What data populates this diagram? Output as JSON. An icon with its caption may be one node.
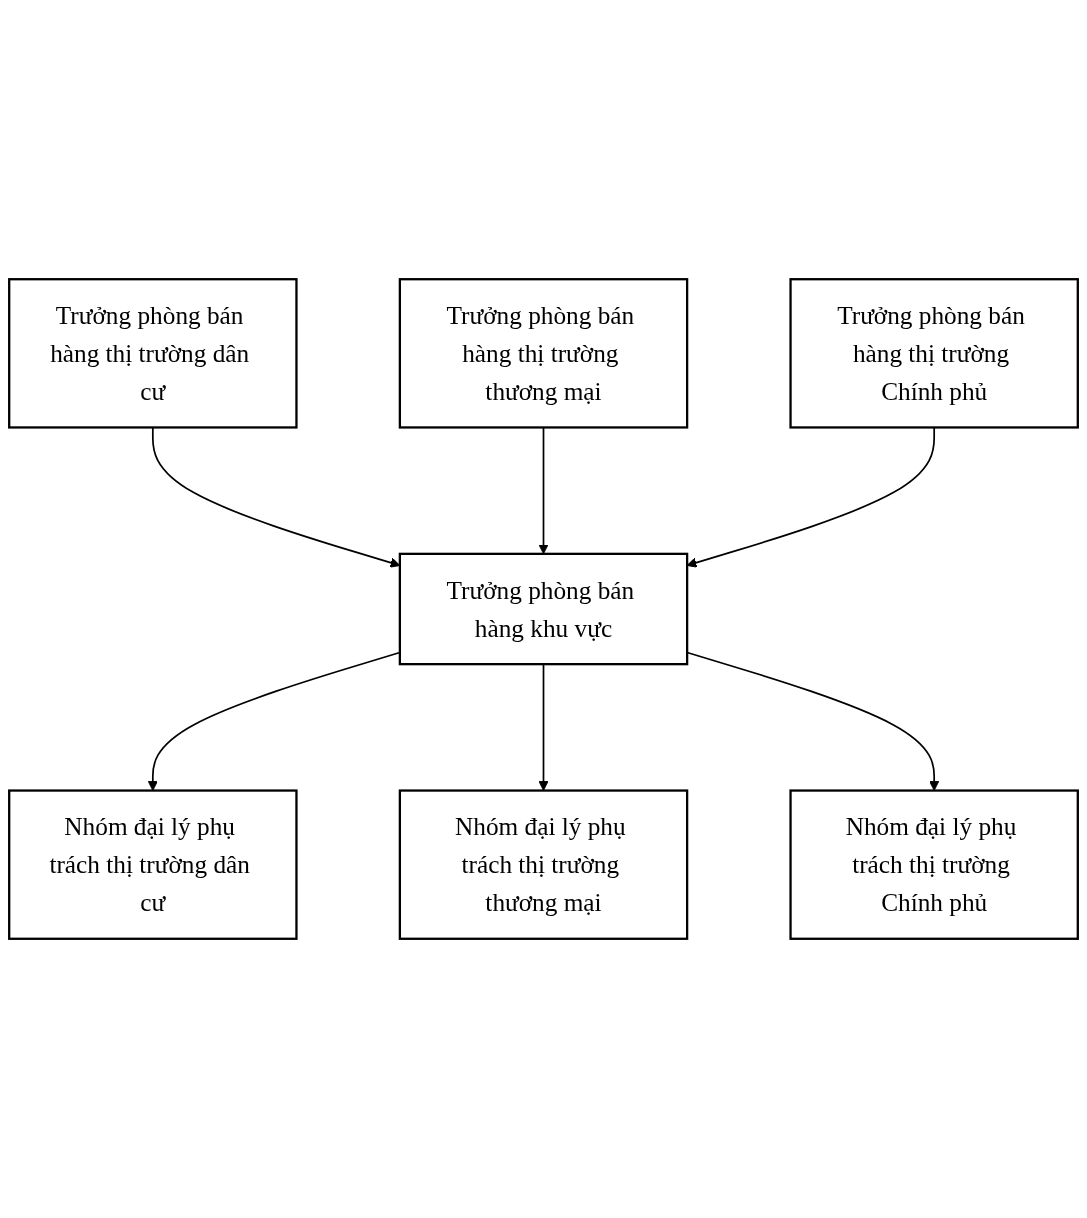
{
  "diagram": {
    "nodes": [
      {
        "text": [
          "Trưởng phòng bán hàng thị trường dân cư"
        ]
      },
      {
        "text": [
          "Trưởng phòng bán hàng thị trường thương mại"
        ]
      },
      {
        "text": [
          "Trưởng phòng bán hàng thị trường Chính phủ"
        ]
      },
      {
        "text": [
          "Trưởng phòng bán hàng khu vực"
        ]
      },
      {
        "text": [
          "Nhóm đại lý phụ trách thị trường dân cư"
        ]
      },
      {
        "text": [
          "Nhóm đại lý phụ trách thị trường thương mại"
        ]
      },
      {
        "text": [
          "Nhóm đại lý phụ trách thị trường Chính phủ"
        ]
      }
    ],
    "edges": [
      {
        "from": 0,
        "to": 3,
        "arrow": "to"
      },
      {
        "from": 1,
        "to": 3,
        "arrow": "to"
      },
      {
        "from": 2,
        "to": 3,
        "arrow": "to"
      },
      {
        "from": 3,
        "to": 4,
        "arrow": "to"
      },
      {
        "from": 3,
        "to": 5,
        "arrow": "to"
      },
      {
        "from": 3,
        "to": 6,
        "arrow": "to"
      }
    ]
  }
}
